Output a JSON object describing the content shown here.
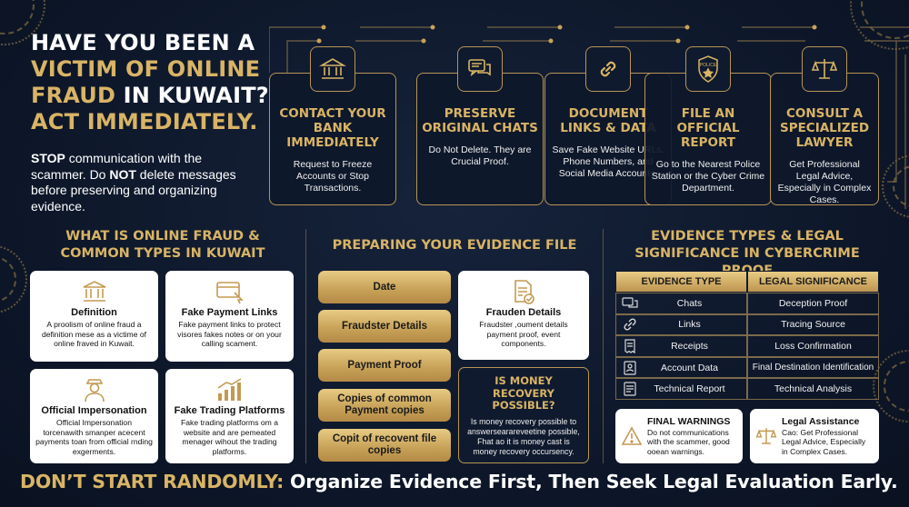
{
  "headline": {
    "line1": "HAVE YOU BEEN A",
    "line2a": "VICTIM OF ONLINE",
    "line3a": "FRAUD",
    "line3b": " IN KUWAIT?",
    "line4": "ACT IMMEDIATELY."
  },
  "intro": {
    "stop": "STOP",
    "text1": " communication with the scammer. Do ",
    "not": "NOT",
    "text2": " delete messages before preserving and organizing evidence."
  },
  "steps": [
    {
      "title": "CONTACT YOUR BANK IMMEDIATELY",
      "desc": "Request to Freeze Accounts or Stop Transactions.",
      "icon": "bank-icon"
    },
    {
      "title": "PRESERVE ORIGINAL CHATS",
      "desc": "Do Not Delete. They are Crucial Proof.",
      "icon": "chat-icon"
    },
    {
      "title": "DOCUMENT LINKS & DATA",
      "desc": "Save Fake Website URLs, Phone Numbers, and Social Media Accounts.",
      "icon": "link-icon"
    },
    {
      "title": "FILE AN OFFICIAL REPORT",
      "desc": "Go to the Nearest Police Station or the Cyber Crime Department.",
      "icon": "police-badge-icon",
      "badge_text": "POLICE"
    },
    {
      "title": "CONSULT A SPECIALIZED LAWYER",
      "desc": "Get Professional Legal Advice, Especially in Complex Cases.",
      "icon": "scales-icon"
    }
  ],
  "fraud_section": {
    "title": "WHAT IS ONLINE FRAUD & COMMON TYPES IN KUWAIT",
    "cards": [
      {
        "title": "Definition",
        "desc": "A proolism of online fraud a definition mese as a victime of online fraved in Kuwait.",
        "icon": "temple-icon"
      },
      {
        "title": "Fake Payment Links",
        "desc": "Fake payment links to protect visores fakes notes or on your calling scament.",
        "icon": "card-click-icon"
      },
      {
        "title": "Official Impersonation",
        "desc": "Official Impersonation torcenawith smanper acecent payments toan from official rnding exgerments.",
        "icon": "officer-icon"
      },
      {
        "title": "Fake Trading Platforms",
        "desc": "Fake trading platforms om a website and are pemeated menager wihout the trading platforms.",
        "icon": "trading-chart-icon"
      }
    ]
  },
  "evidence_file": {
    "title": "PREPARING YOUR EVIDENCE FILE",
    "items": [
      "Date",
      "Fraudster Details",
      "Payment Proof",
      "Copies of common Payment copies",
      "Copit of recovent file copies"
    ],
    "card": {
      "title": "Frauden Details",
      "desc": "Fraudster ,oument details payment proof, event components.",
      "icon": "document-check-icon"
    },
    "recovery": {
      "title": "IS MONEY RECOVERY POSSIBLE?",
      "desc": "Is money recovery possible to answersearareveetine possible, Fhat ao it is money cast is money recovery occursency."
    }
  },
  "evidence_types": {
    "title": "EVIDENCE TYPES & LEGAL SIGNIFICANCE IN CYBERCRIME PROOF",
    "headers": [
      "EVIDENCE TYPE",
      "LEGAL SIGNIFICANCE"
    ],
    "rows": [
      {
        "type": "Chats",
        "significance": "Deception Proof",
        "icon": "chat-icon"
      },
      {
        "type": "Links",
        "significance": "Tracing Source",
        "icon": "link-icon"
      },
      {
        "type": "Receipts",
        "significance": "Loss Confirmation",
        "icon": "receipt-icon"
      },
      {
        "type": "Account Data",
        "significance": "Final Destination Identification",
        "icon": "account-icon"
      },
      {
        "type": "Technical Report",
        "significance": "Technical Analysis",
        "icon": "report-icon"
      }
    ],
    "warnings": {
      "title": "FINAL WARNINGS",
      "desc": "Do not communications with the scammer, good ooean warnings.",
      "icon": "warning-icon"
    },
    "legal": {
      "title": "Legal Assistance",
      "desc": "Cao: Get Professional Legal Advice, Especially in Complex Cases.",
      "icon": "scales-icon"
    }
  },
  "bottom": {
    "gold": "DON’T START RANDOMLY:",
    "white": " Organize Evidence First, Then Seek Legal Evaluation Early."
  },
  "colors": {
    "background": "#0f1a2e",
    "accent": "#d9b465",
    "border": "#b89455"
  }
}
